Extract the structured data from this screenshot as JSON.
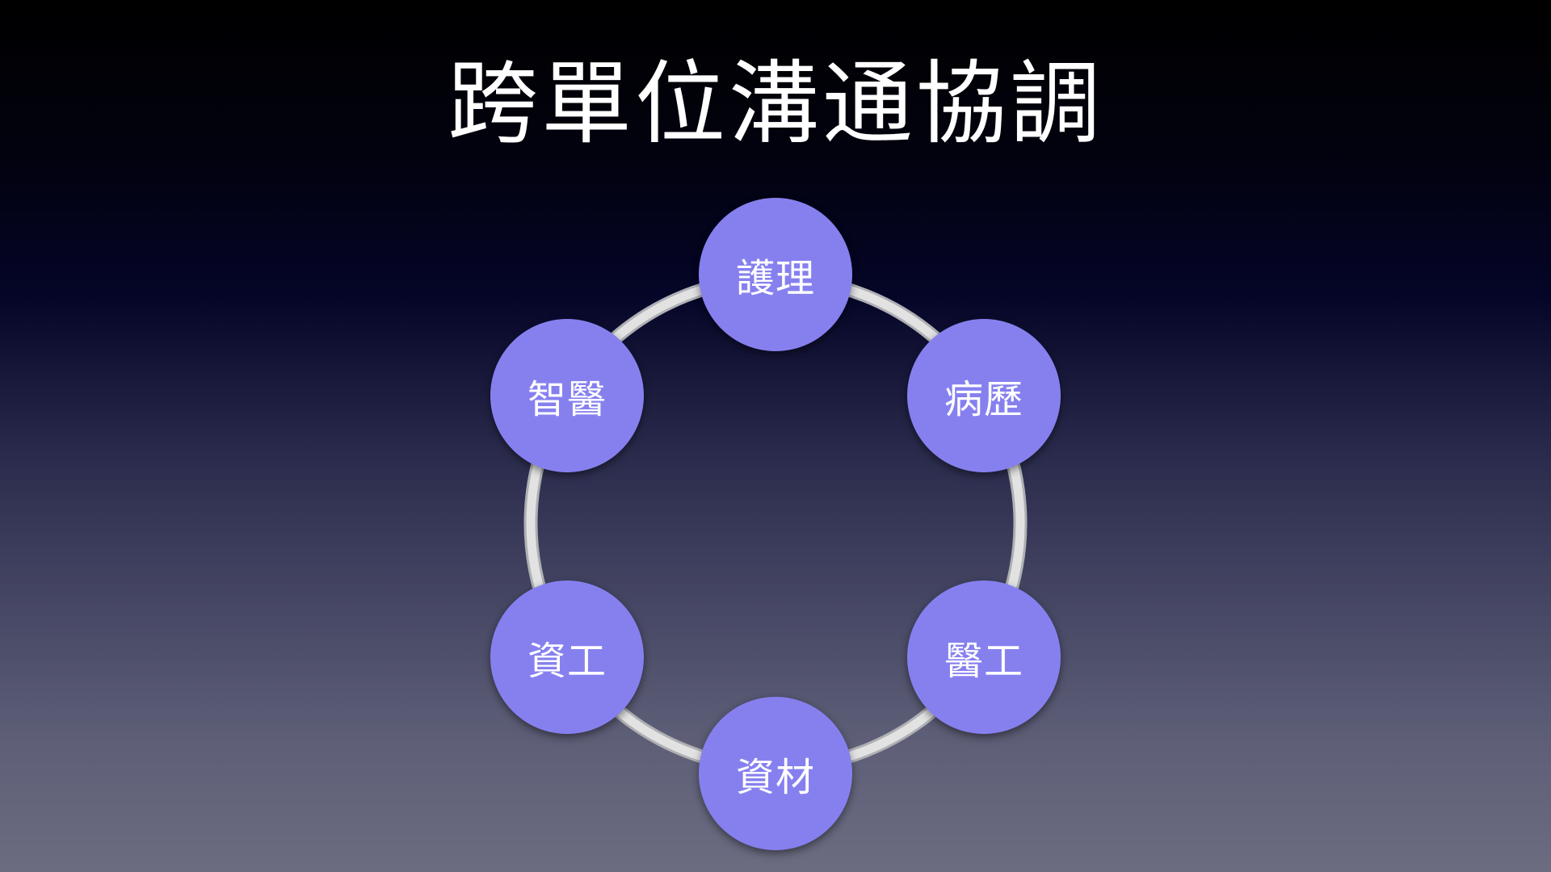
{
  "slide": {
    "title": "跨單位溝通協調"
  },
  "diagram": {
    "type": "cycle",
    "nodes": [
      "護理",
      "病歷",
      "醫工",
      "資材",
      "資工",
      "智醫"
    ]
  },
  "colors": {
    "node_fill": "#8680ef",
    "ring_stroke": "#d9d9d9",
    "text": "#ffffff"
  }
}
